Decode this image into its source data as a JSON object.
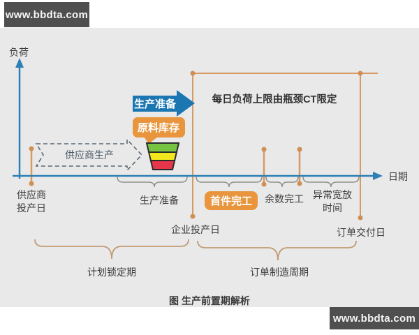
{
  "watermarks": {
    "top": "www.bbdta.com",
    "bottom": "www.bbdta.com"
  },
  "figure": {
    "caption": "图 生产前置期解析"
  },
  "axes": {
    "y_label": "负荷",
    "x_label": "日期"
  },
  "annotations": {
    "daily_load_limit": "每日负荷上限由瓶颈CT限定",
    "production_prep_arrow": "生产准备",
    "raw_material_inventory": "原料库存",
    "supplier_production": "供应商生产"
  },
  "timeline": {
    "supplier_start_line1": "供应商",
    "supplier_start_line2": "投产日",
    "production_prep": "生产准备",
    "first_piece_done": "首件完工",
    "remainder_done": "余数完工",
    "abnormal_allowance_line1": "异常宽放",
    "abnormal_allowance_line2": "时间",
    "enterprise_start": "企业投产日",
    "order_delivery": "订单交付日"
  },
  "periods": {
    "plan_lock": "计划锁定期",
    "order_manufacturing": "订单制造周期"
  },
  "colors": {
    "axis_blue": "#2e7fb5",
    "arrow_blue": "#1c76b2",
    "accent_orange": "#e8953d",
    "milestone_line": "#d69a62",
    "milestone_dot": "#cf8f55",
    "small_brace": "#90908b",
    "big_brace": "#c29b74",
    "funnel_green": "#76c442",
    "funnel_yellow": "#f2e71d",
    "funnel_red": "#e5364a",
    "background_gray": "#e9e9e9",
    "watermark_bg": "#4f4f4f"
  }
}
